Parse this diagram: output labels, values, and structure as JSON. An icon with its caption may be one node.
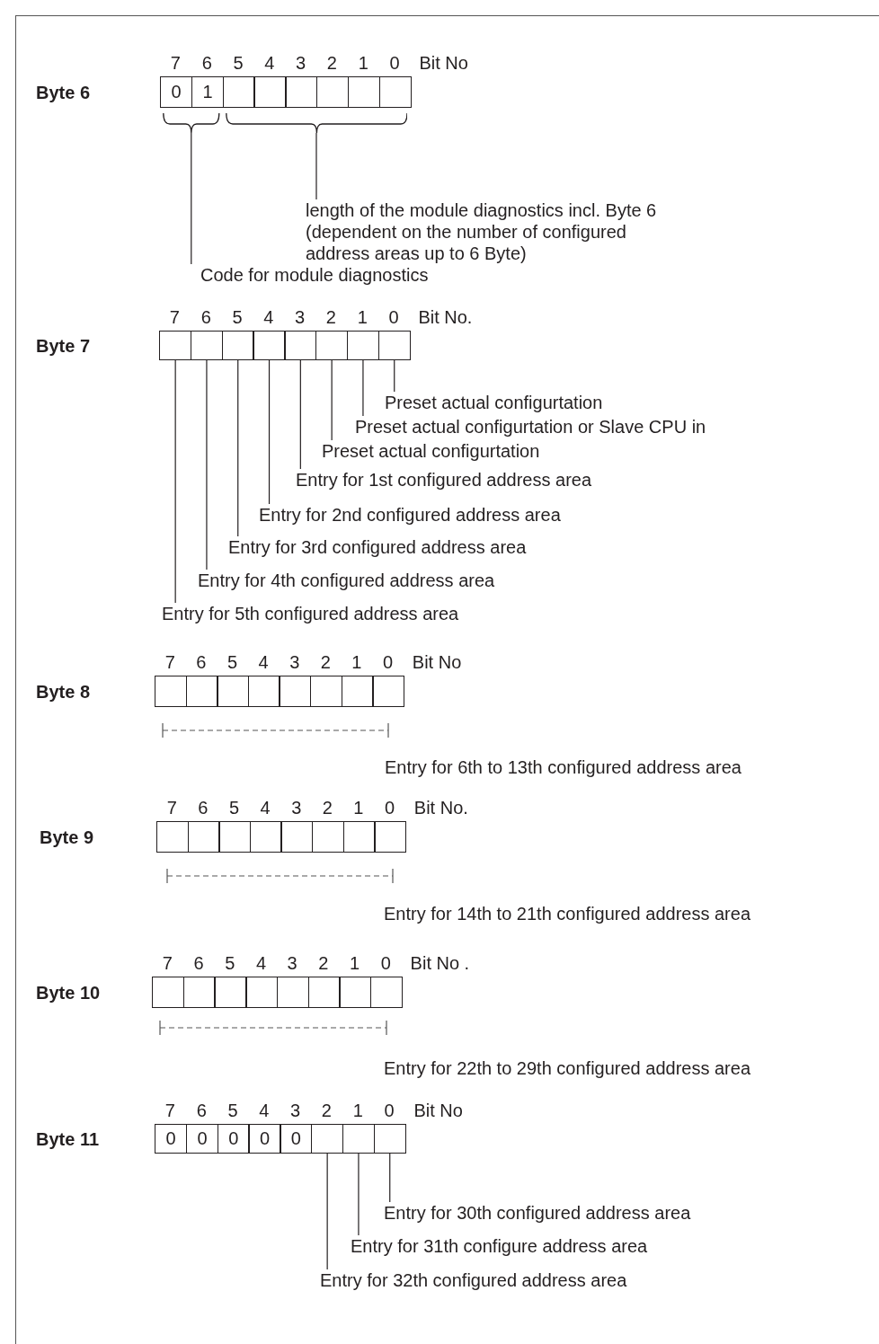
{
  "diagram": {
    "nodes": [
      {
        "text": [
          "0"
        ]
      },
      {
        "text": [
          "1"
        ]
      },
      {
        "text": [],
        "shape": "box"
      },
      {
        "text": [],
        "shape": "box"
      },
      {
        "text": [],
        "shape": "box"
      },
      {
        "text": [],
        "shape": "box"
      },
      {
        "text": [],
        "shape": "box"
      },
      {
        "text": [],
        "shape": "box"
      },
      {
        "text": [],
        "shape": "brace"
      },
      {
        "text": [],
        "shape": "brace"
      },
      {
        "text": [
          "length of the module diagnostics incl. Byte 6 (dependent on the number of configured address areas up to 6 Byte)"
        ]
      },
      {
        "text": [
          "Code for module diagnostics"
        ]
      },
      {
        "text": [],
        "shape": "box"
      },
      {
        "text": [],
        "shape": "box"
      },
      {
        "text": [],
        "shape": "box"
      },
      {
        "text": [],
        "shape": "box"
      },
      {
        "text": [],
        "shape": "box"
      },
      {
        "text": [],
        "shape": "box"
      },
      {
        "text": [],
        "shape": "box"
      },
      {
        "text": [],
        "shape": "box"
      },
      {
        "text": [
          "Preset actual configurtation"
        ]
      },
      {
        "text": [
          "Preset actual configurtation or Slave CPU in"
        ]
      },
      {
        "text": [
          "Preset actual configurtation"
        ]
      },
      {
        "text": [
          "Entry for 1st configured address area"
        ]
      },
      {
        "text": [
          "Entry for 2nd configured address area"
        ]
      },
      {
        "text": [
          "Entry for 3rd configured address area"
        ]
      },
      {
        "text": [
          "Entry for 4th configured address area"
        ]
      },
      {
        "text": [
          "Entry for 5th configured address area"
        ]
      },
      {
        "text": [],
        "shape": "box"
      },
      {
        "text": [],
        "shape": "box"
      },
      {
        "text": [],
        "shape": "box"
      },
      {
        "text": [],
        "shape": "box"
      },
      {
        "text": [],
        "shape": "box"
      },
      {
        "text": [],
        "shape": "box"
      },
      {
        "text": [],
        "shape": "box"
      },
      {
        "text": [],
        "shape": "box"
      },
      {
        "text": [],
        "shape": "box"
      },
      {
        "text": [],
        "shape": "box"
      },
      {
        "text": [],
        "shape": "box"
      },
      {
        "text": [],
        "shape": "box"
      },
      {
        "text": [],
        "shape": "box"
      },
      {
        "text": [],
        "shape": "box"
      },
      {
        "text": [],
        "shape": "box"
      },
      {
        "text": [],
        "shape": "box"
      },
      {
        "text": [],
        "shape": "box"
      },
      {
        "text": [],
        "shape": "box"
      },
      {
        "text": [],
        "shape": "box"
      },
      {
        "text": [],
        "shape": "box"
      },
      {
        "text": [],
        "shape": "box"
      },
      {
        "text": [],
        "shape": "box"
      },
      {
        "text": [],
        "shape": "box"
      },
      {
        "text": [],
        "shape": "box"
      },
      {
        "text": [
          "0"
        ]
      },
      {
        "text": [
          "0"
        ]
      },
      {
        "text": [
          "0"
        ]
      },
      {
        "text": [
          "0"
        ]
      },
      {
        "text": [
          "0"
        ]
      },
      {
        "text": [],
        "shape": "box"
      },
      {
        "text": [],
        "shape": "box"
      },
      {
        "text": [],
        "shape": "box"
      },
      {
        "text": [
          "Entry for 30th configured address area"
        ]
      },
      {
        "text": [
          "Entry for 31th configure address area"
        ]
      },
      {
        "text": [
          "Entry for 32th configured address area"
        ]
      }
    ],
    "edges": [
      {
        "from": 11,
        "to": 8,
        "arrow": "none"
      },
      {
        "from": 10,
        "to": 9,
        "arrow": "none"
      },
      {
        "from": 20,
        "to": 19,
        "arrow": "none"
      },
      {
        "from": 21,
        "to": 18,
        "arrow": "none"
      },
      {
        "from": 22,
        "to": 17,
        "arrow": "none"
      },
      {
        "from": 23,
        "to": 16,
        "arrow": "none"
      },
      {
        "from": 24,
        "to": 15,
        "arrow": "none"
      },
      {
        "from": 25,
        "to": 14,
        "arrow": "none"
      },
      {
        "from": 26,
        "to": 13,
        "arrow": "none"
      },
      {
        "from": 27,
        "to": 12,
        "arrow": "none"
      },
      {
        "from": 60,
        "to": 59,
        "arrow": "none"
      },
      {
        "from": 61,
        "to": 58,
        "arrow": "none"
      },
      {
        "from": 62,
        "to": 57,
        "arrow": "none"
      }
    ],
    "labels": [
      "7",
      "6",
      "5",
      "4",
      "3",
      "2",
      "1",
      "0",
      "Bit No",
      "Byte 6",
      "7",
      "6",
      "5",
      "4",
      "3",
      "2",
      "1",
      "0",
      "Bit No.",
      "Byte 7",
      "7",
      "6",
      "5",
      "4",
      "3",
      "2",
      "1",
      "0",
      "Bit No",
      "Byte 8",
      "Entry for 6th to 13th configured address area",
      "7",
      "6",
      "5",
      "4",
      "3",
      "2",
      "1",
      "0",
      "Bit No.",
      "Byte 9",
      "Entry for 14th to 21th configured address area",
      "7",
      "6",
      "5",
      "4",
      "3",
      "2",
      "1",
      "0",
      "Bit No .",
      "Byte 10",
      "Entry for 22th to 29th configured address area",
      "7",
      "6",
      "5",
      "4",
      "3",
      "2",
      "1",
      "0",
      "Bit No",
      "Byte 11"
    ]
  }
}
